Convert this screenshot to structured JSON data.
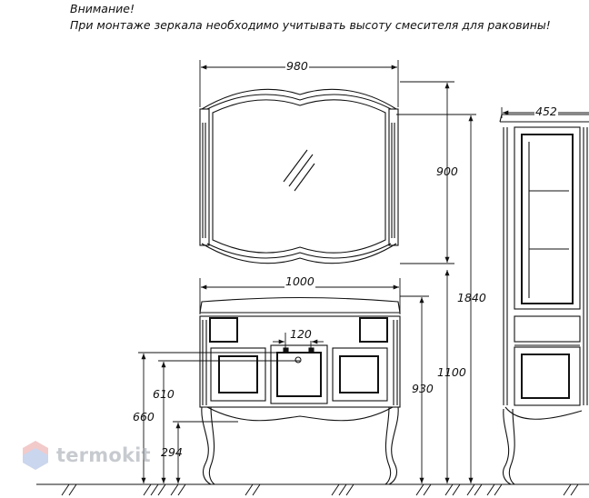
{
  "note": {
    "title": "Внимание!",
    "text": "При монтаже зеркала необходимо учитывать высоту смесителя для раковины!"
  },
  "dimensions": {
    "mirror_width": "980",
    "mirror_height": "900",
    "vanity_width": "1000",
    "tap_spacing": "120",
    "height_610": "610",
    "height_660": "660",
    "height_294": "294",
    "height_930": "930",
    "height_1100": "1100",
    "total_height": "1840",
    "cabinet_width": "452"
  },
  "watermark": {
    "text": "termokit"
  }
}
